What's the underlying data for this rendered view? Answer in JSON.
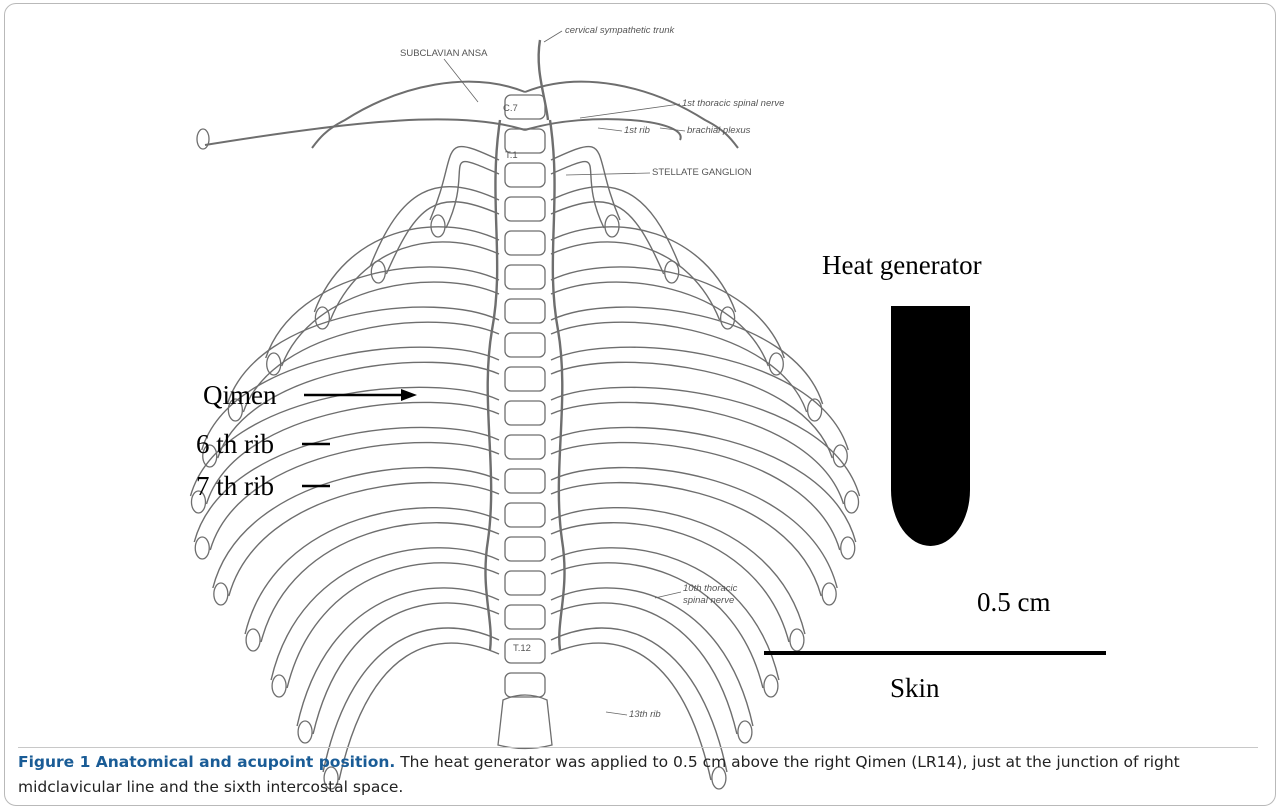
{
  "figure": {
    "anatomy_labels": {
      "cervical_trunk": "cervical sympathetic trunk",
      "subclavian_ansa": "SUBCLAVIAN ANSA",
      "c7": "C.7",
      "t1": "T.1",
      "first_thoracic_nerve": "1st thoracic spinal nerve",
      "first_rib": "1st rib",
      "brachial_plexus": "brachial plexus",
      "stellate_ganglion": "STELLATE GANGLION",
      "tenth_thoracic_nerve_line1": "10th thoracic",
      "tenth_thoracic_nerve_line2": "spinal nerve",
      "t12": "T.12",
      "thirteenth_rib": "13th rib"
    },
    "annotations": {
      "qimen": "Qimen",
      "sixth_rib": "6 th rib",
      "seventh_rib": "7 th rib"
    },
    "heat_diagram": {
      "heat_generator": "Heat generator",
      "distance": "0.5 cm",
      "skin": "Skin"
    },
    "colors": {
      "caption_title": "#1a5c96",
      "ink": "#000000",
      "drawing": "#6e6e6e"
    }
  },
  "caption": {
    "title": "Figure 1 Anatomical and acupoint position.",
    "text": " The heat generator was applied to 0.5 cm above the right Qimen (LR14), just at the junction of right midclavicular line and the sixth intercostal space."
  }
}
